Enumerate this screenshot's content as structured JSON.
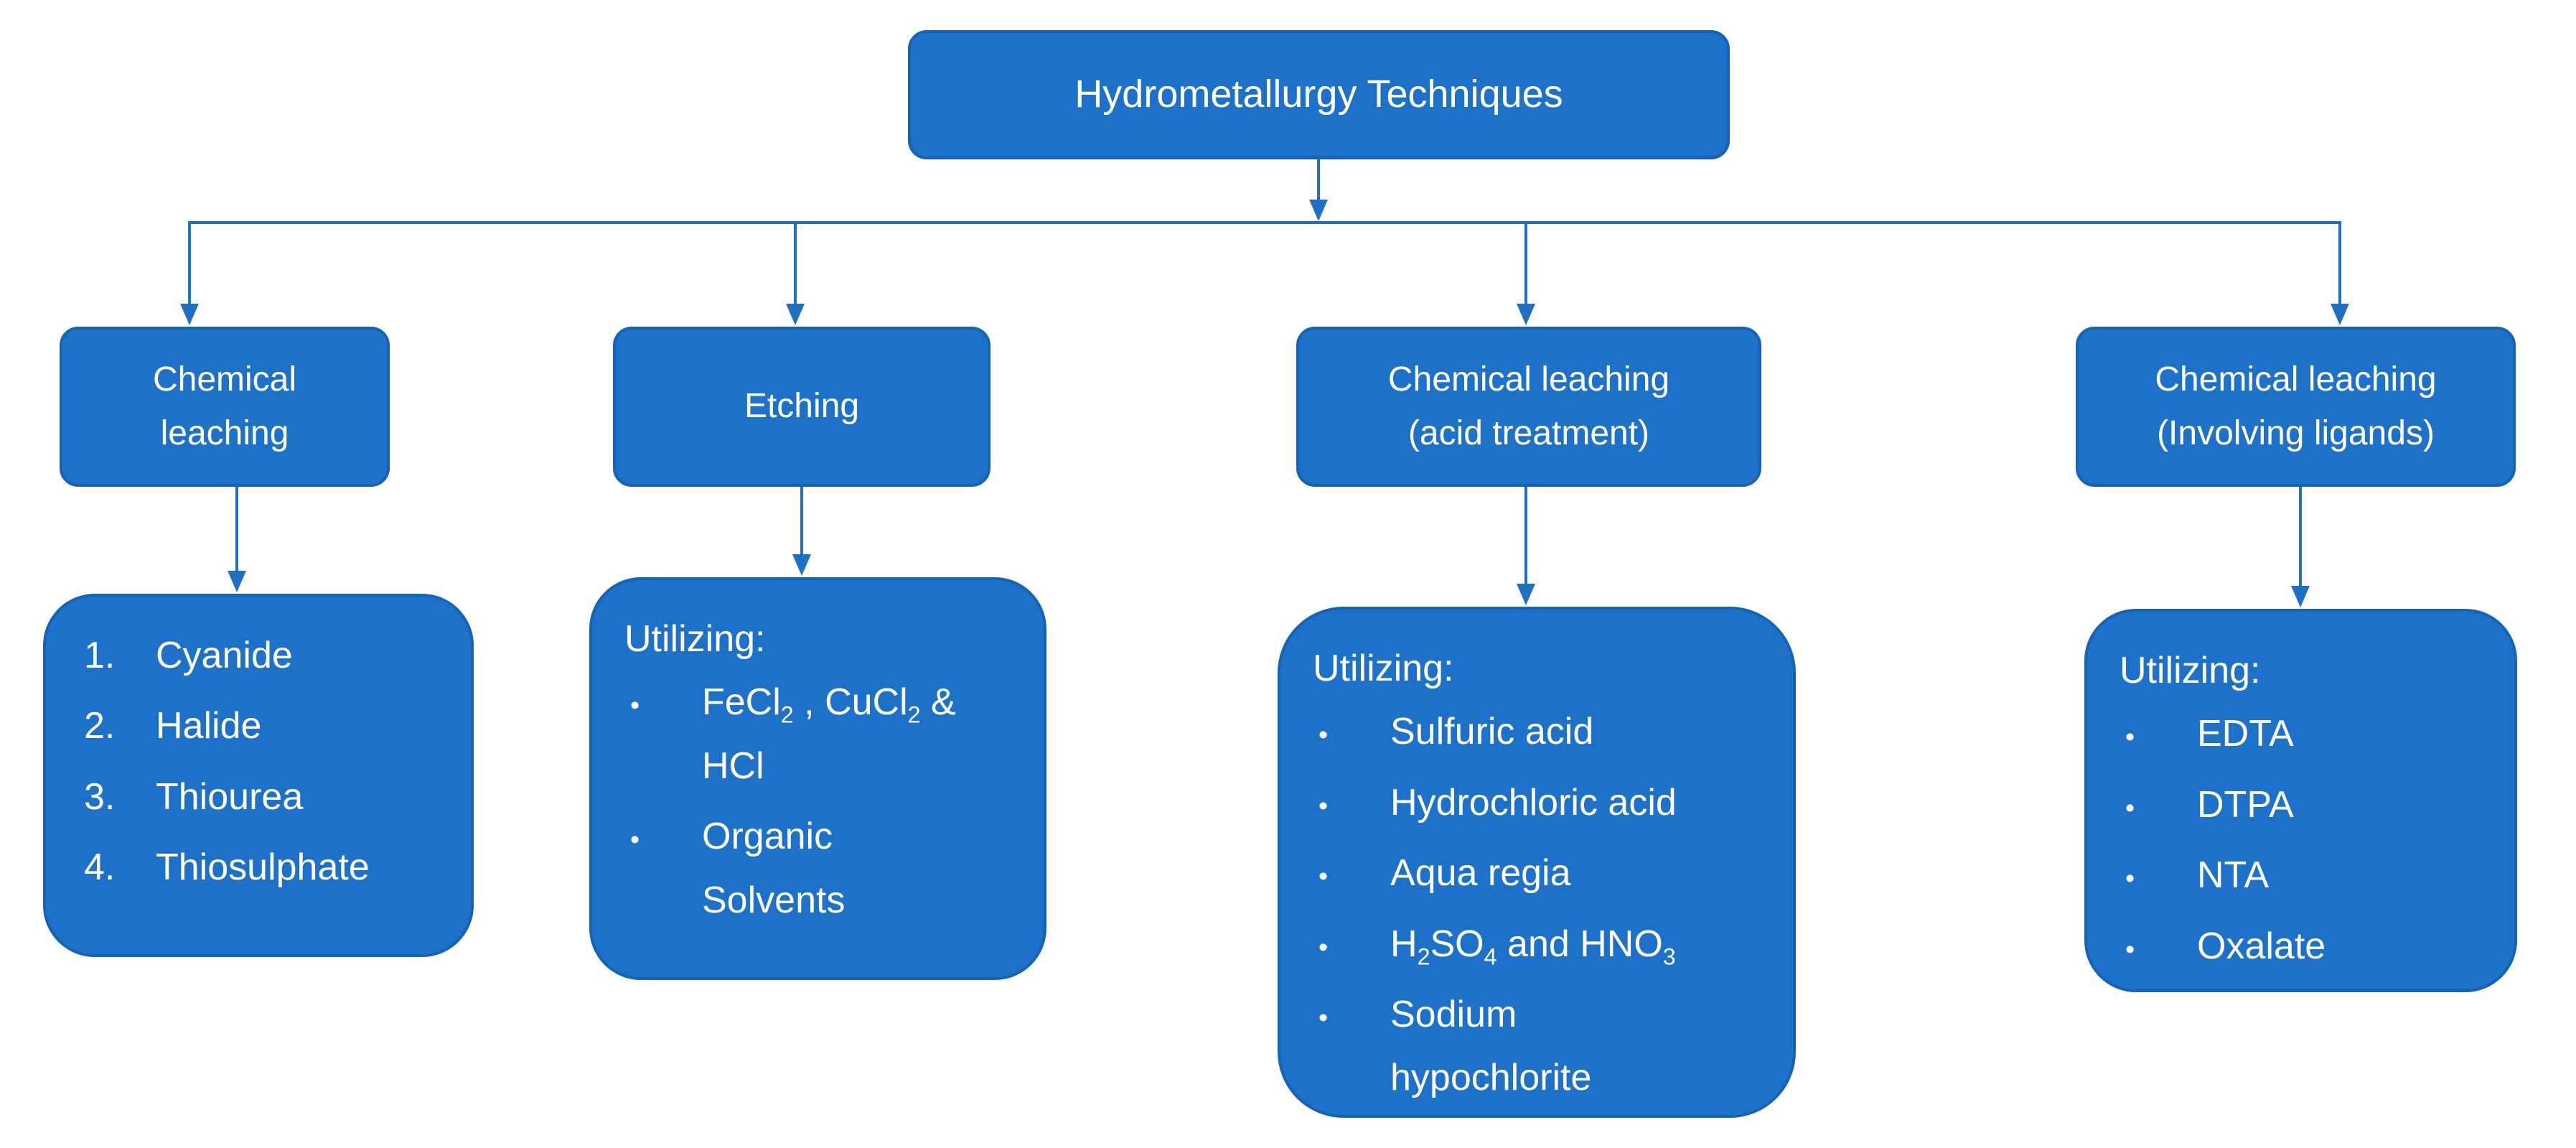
{
  "palette": {
    "box_fill": "#1d71c8",
    "box_border": "#1463b4",
    "connector": "#1f6fc5",
    "text": "#ffffff",
    "background": "#ffffff"
  },
  "root": {
    "label": "Hydrometallurgy Techniques"
  },
  "branches": [
    {
      "label": "Chemical\nleaching",
      "detail": {
        "style": "numbered",
        "items": [
          {
            "runs": [
              {
                "text": "Cyanide"
              }
            ]
          },
          {
            "runs": [
              {
                "text": "Halide"
              }
            ]
          },
          {
            "runs": [
              {
                "text": "Thiourea"
              }
            ]
          },
          {
            "runs": [
              {
                "text": "Thiosulphate"
              }
            ]
          }
        ]
      }
    },
    {
      "label": "Etching",
      "detail": {
        "style": "bullet",
        "bullet_glyph": "•",
        "title": "Utilizing:",
        "items": [
          {
            "runs": [
              {
                "text": "FeCl"
              },
              {
                "text": "2",
                "sub": true
              },
              {
                "text": " , CuCl"
              },
              {
                "text": "2",
                "sub": true
              },
              {
                "text": " &\nHCl"
              }
            ]
          },
          {
            "runs": [
              {
                "text": "Organic\nSolvents"
              }
            ]
          }
        ]
      }
    },
    {
      "label": "Chemical leaching\n(acid treatment)",
      "detail": {
        "style": "bullet",
        "bullet_glyph": "•",
        "title": "Utilizing:",
        "items": [
          {
            "runs": [
              {
                "text": "Sulfuric acid"
              }
            ]
          },
          {
            "runs": [
              {
                "text": "Hydrochloric acid"
              }
            ]
          },
          {
            "runs": [
              {
                "text": "Aqua regia"
              }
            ]
          },
          {
            "runs": [
              {
                "text": "H"
              },
              {
                "text": "2",
                "sub": true
              },
              {
                "text": "SO"
              },
              {
                "text": "4",
                "sub": true
              },
              {
                "text": " and HNO"
              },
              {
                "text": "3",
                "sub": true
              }
            ]
          },
          {
            "runs": [
              {
                "text": "Sodium\nhypochlorite"
              }
            ]
          }
        ]
      }
    },
    {
      "label": "Chemical leaching\n(Involving ligands)",
      "detail": {
        "style": "bullet",
        "bullet_glyph": "•",
        "title": "Utilizing:",
        "items": [
          {
            "runs": [
              {
                "text": "EDTA"
              }
            ]
          },
          {
            "runs": [
              {
                "text": "DTPA"
              }
            ]
          },
          {
            "runs": [
              {
                "text": "NTA"
              }
            ]
          },
          {
            "runs": [
              {
                "text": "Oxalate"
              }
            ]
          }
        ]
      }
    }
  ]
}
